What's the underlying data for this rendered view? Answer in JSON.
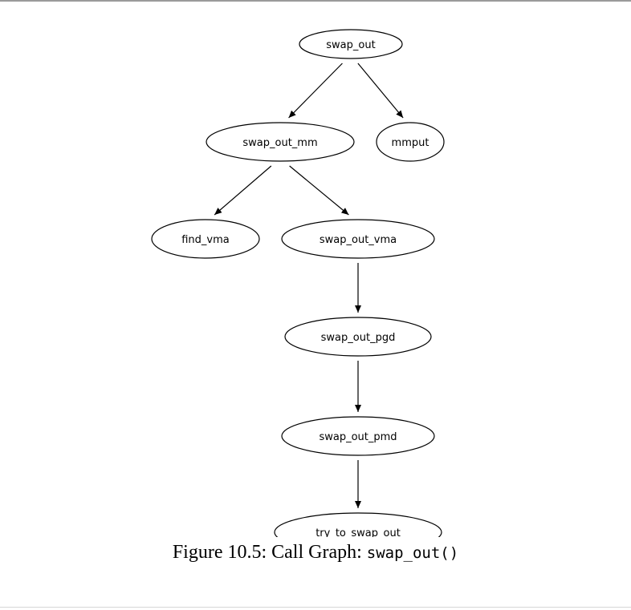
{
  "graph": {
    "nodes": [
      {
        "id": "swap_out",
        "label": "swap_out"
      },
      {
        "id": "swap_out_mm",
        "label": "swap_out_mm"
      },
      {
        "id": "mmput",
        "label": "mmput"
      },
      {
        "id": "find_vma",
        "label": "find_vma"
      },
      {
        "id": "swap_out_vma",
        "label": "swap_out_vma"
      },
      {
        "id": "swap_out_pgd",
        "label": "swap_out_pgd"
      },
      {
        "id": "swap_out_pmd",
        "label": "swap_out_pmd"
      },
      {
        "id": "try_to_swap_out",
        "label": "try_to_swap_out"
      }
    ],
    "edges": [
      {
        "from": "swap_out",
        "to": "swap_out_mm"
      },
      {
        "from": "swap_out",
        "to": "mmput"
      },
      {
        "from": "swap_out_mm",
        "to": "find_vma"
      },
      {
        "from": "swap_out_mm",
        "to": "swap_out_vma"
      },
      {
        "from": "swap_out_vma",
        "to": "swap_out_pgd"
      },
      {
        "from": "swap_out_pgd",
        "to": "swap_out_pmd"
      },
      {
        "from": "swap_out_pmd",
        "to": "try_to_swap_out"
      }
    ],
    "colors": {
      "stroke": "#000000",
      "fill": "#ffffff"
    }
  },
  "caption": {
    "prefix": "Figure 10.5: Call Graph: ",
    "code": "swap_out()"
  }
}
